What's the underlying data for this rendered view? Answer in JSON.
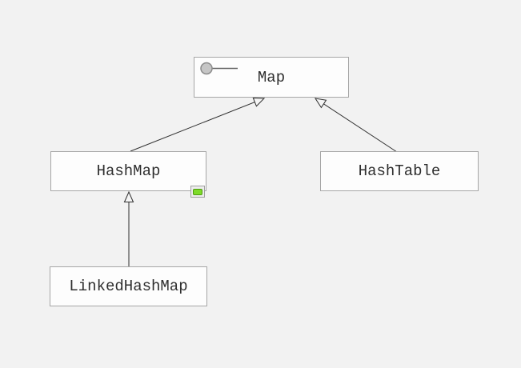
{
  "diagram": {
    "nodes": {
      "map": {
        "label": "Map",
        "icon": "interface-lollipop-icon"
      },
      "hashmap": {
        "label": "HashMap",
        "icon": "collapse-badge-icon"
      },
      "hashtable": {
        "label": "HashTable"
      },
      "linkedhashmap": {
        "label": "LinkedHashMap"
      }
    },
    "edges": [
      {
        "from": "HashMap",
        "to": "Map",
        "type": "generalization"
      },
      {
        "from": "HashTable",
        "to": "Map",
        "type": "generalization"
      },
      {
        "from": "LinkedHashMap",
        "to": "HashMap",
        "type": "generalization"
      }
    ],
    "colors": {
      "background": "#f2f2f2",
      "node_fill": "#fdfdfd",
      "node_border": "#a6a6a6",
      "text": "#2e2e2e",
      "edge": "#2f2f2f",
      "triangle_fill": "#f5f5f5",
      "lollipop_fill": "#c6c6c6",
      "lollipop_border": "#8c8c8c",
      "lollipop_stem": "#666666",
      "badge_bg": "#ededed",
      "badge_border": "#a0a0a0",
      "badge_green": "#7edb29",
      "badge_green_border": "#4e9b10"
    }
  }
}
